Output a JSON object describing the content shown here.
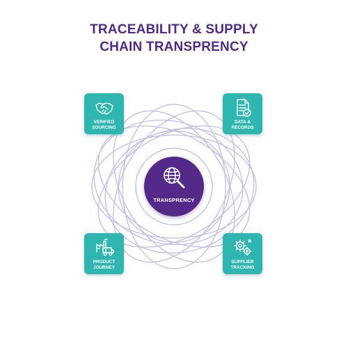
{
  "title": {
    "line1": "TRACEABILITY & SUPPLY",
    "line2": "CHAIN TRANSPRENCY"
  },
  "hub": {
    "label": "TRANSPRENCY",
    "icon": "globe-magnifier-icon"
  },
  "cards": [
    {
      "line1": "VERIFIED",
      "line2": "SOURCING",
      "icon": "handshake-icon"
    },
    {
      "line1": "DATA &",
      "line2": "RECORDS",
      "icon": "document-check-icon"
    },
    {
      "line1": "PRODUCT",
      "line2": "JOURNEY",
      "icon": "factory-truck-icon"
    },
    {
      "line1": "SUPPLIER",
      "line2": "TRACKING",
      "icon": "gears-icon"
    }
  ],
  "colors": {
    "title": "#4f2a86",
    "hub": "#55298a",
    "card": "#2fb6b0",
    "rings": "#c9bfe6"
  }
}
